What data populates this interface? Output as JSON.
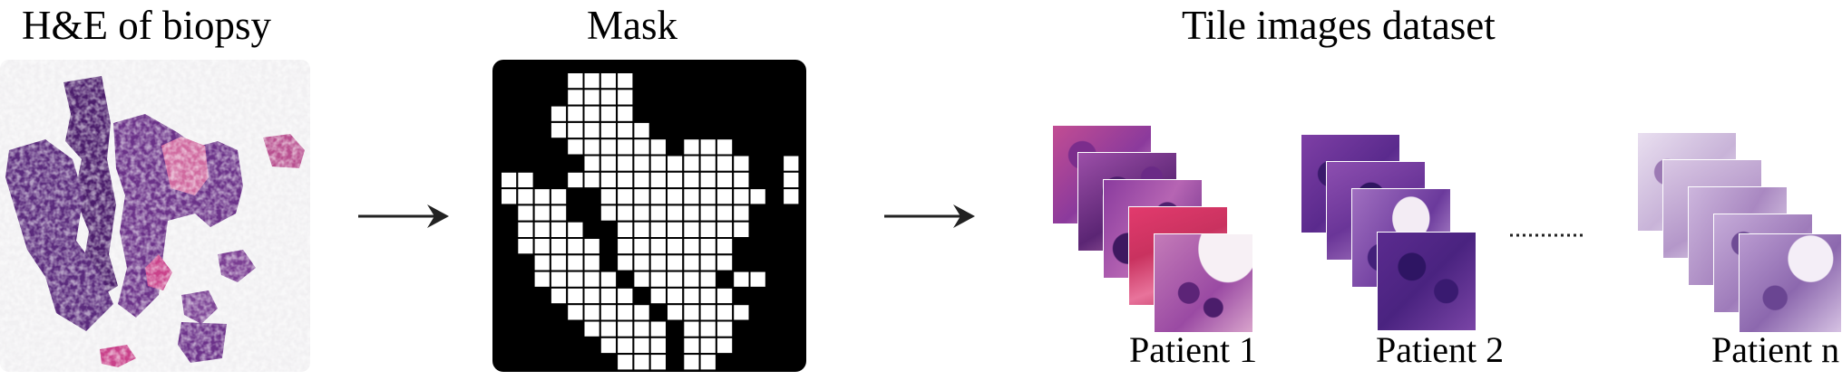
{
  "titles": {
    "he": "H&E of biopsy",
    "mask": "Mask",
    "tiles": "Tile images dataset"
  },
  "patients": [
    {
      "label": "Patient 1",
      "tone": "deep"
    },
    {
      "label": "Patient 2",
      "tone": "violet"
    },
    {
      "label": "Patient n",
      "tone": "pale"
    }
  ],
  "colors": {
    "stain_dark": "#4b1d6b",
    "stain_mid": "#7a3d92",
    "stain_pink": "#d84a8a",
    "mask_bg": "#000000",
    "mask_cell": "#ffffff",
    "arrow": "#222222"
  }
}
